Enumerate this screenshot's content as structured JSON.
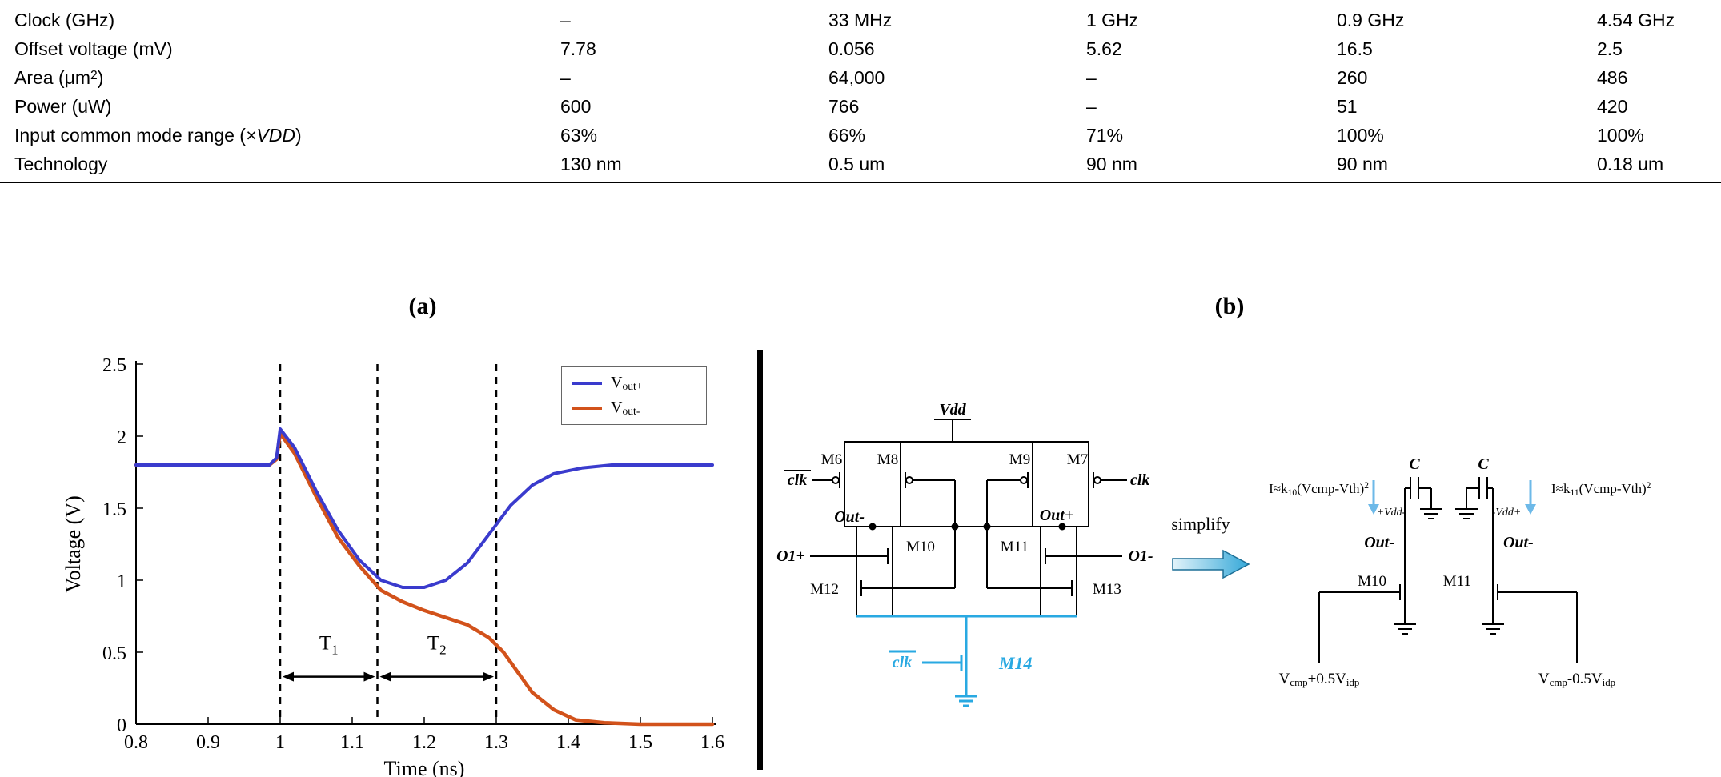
{
  "table": {
    "rows": [
      {
        "label": [
          {
            "t": "Clock (GHz)"
          }
        ],
        "values": [
          "–",
          "33 MHz",
          "1 GHz",
          "0.9 GHz",
          "4.54 GHz"
        ]
      },
      {
        "label": [
          {
            "t": "Offset voltage (mV)"
          }
        ],
        "values": [
          "7.78",
          "0.056",
          "5.62",
          "16.5",
          "2.5"
        ]
      },
      {
        "label": [
          {
            "t": "Area (μm"
          },
          {
            "t": "2",
            "v": "sup"
          },
          {
            "t": ")"
          }
        ],
        "values": [
          "–",
          "64,000",
          "–",
          "260",
          "486"
        ]
      },
      {
        "label": [
          {
            "t": "Power (uW)"
          }
        ],
        "values": [
          "600",
          "766",
          "–",
          "51",
          "420"
        ]
      },
      {
        "label": [
          {
            "t": "Input common mode range ("
          },
          {
            "t": "×VDD",
            "v": "i"
          },
          {
            "t": ")"
          }
        ],
        "values": [
          "63%",
          "66%",
          "71%",
          "100%",
          "100%"
        ]
      },
      {
        "label": [
          {
            "t": "Technology"
          }
        ],
        "values": [
          "130 nm",
          "0.5 um",
          "90 nm",
          "90 nm",
          "0.18 um"
        ]
      }
    ]
  },
  "figure_a": {
    "label": "(a)"
  },
  "figure_b": {
    "label": "(b)",
    "simplify": "simplify",
    "accent": "#29a9e2",
    "left": {
      "vdd": "Vdd",
      "clk_left": "clk",
      "clk_right": "clk",
      "m6": "M6",
      "m8": "M8",
      "m9": "M9",
      "m7": "M7",
      "out_minus": "Out-",
      "out_plus": "Out+",
      "o1_plus": "O1+",
      "o1_minus": "O1-",
      "m10": "M10",
      "m11": "M11",
      "m12": "M12",
      "m13": "M13",
      "clk_tail": "clk",
      "m14": "M14"
    },
    "right": {
      "i_left": [
        {
          "t": "I≈k"
        },
        {
          "t": "10",
          "v": "sub"
        },
        {
          "t": "(Vcmp-Vth)"
        },
        {
          "t": "2",
          "v": "sup"
        }
      ],
      "i_right": [
        {
          "t": "I≈k"
        },
        {
          "t": "11",
          "v": "sub"
        },
        {
          "t": "(Vcmp-Vth)"
        },
        {
          "t": "2",
          "v": "sup"
        }
      ],
      "c_left": "C",
      "c_right": "C",
      "pol_left": "+Vdd-",
      "pol_right": "-Vdd+",
      "out_left": "Out-",
      "out_right": "Out-",
      "m10": "M10",
      "m11": "M11",
      "v_left": [
        {
          "t": "V"
        },
        {
          "t": "cmp",
          "v": "sub"
        },
        {
          "t": "+0.5V"
        },
        {
          "t": "idp",
          "v": "sub"
        }
      ],
      "v_right": [
        {
          "t": "V"
        },
        {
          "t": "cmp",
          "v": "sub"
        },
        {
          "t": "-0.5V"
        },
        {
          "t": "idp",
          "v": "sub"
        }
      ]
    }
  },
  "chart_data": {
    "type": "line",
    "title": "",
    "xlabel": "Time (ns)",
    "ylabel": "Voltage (V)",
    "xlim": [
      0.8,
      1.6
    ],
    "ylim": [
      0,
      2.5
    ],
    "xticks": [
      0.8,
      0.9,
      1,
      1.1,
      1.2,
      1.3,
      1.4,
      1.5,
      1.6
    ],
    "yticks": [
      0,
      0.5,
      1,
      1.5,
      2,
      2.5
    ],
    "grid": false,
    "legend_position": "upper right",
    "legend": [
      {
        "runs": [
          {
            "t": "V"
          },
          {
            "t": "out+",
            "v": "sub"
          }
        ],
        "color": "#3a3bcd"
      },
      {
        "runs": [
          {
            "t": "V"
          },
          {
            "t": "out-",
            "v": "sub"
          }
        ],
        "color": "#d2521b"
      }
    ],
    "series": [
      {
        "name": "Vout-",
        "color": "#d2521b",
        "width": 4.5,
        "points": [
          [
            0.8,
            1.8
          ],
          [
            0.985,
            1.8
          ],
          [
            0.995,
            1.84
          ],
          [
            1.0,
            2.02
          ],
          [
            1.02,
            1.88
          ],
          [
            1.05,
            1.58
          ],
          [
            1.08,
            1.3
          ],
          [
            1.11,
            1.1
          ],
          [
            1.14,
            0.93
          ],
          [
            1.17,
            0.85
          ],
          [
            1.2,
            0.79
          ],
          [
            1.23,
            0.74
          ],
          [
            1.26,
            0.69
          ],
          [
            1.29,
            0.6
          ],
          [
            1.31,
            0.5
          ],
          [
            1.33,
            0.36
          ],
          [
            1.35,
            0.22
          ],
          [
            1.38,
            0.1
          ],
          [
            1.41,
            0.03
          ],
          [
            1.45,
            0.01
          ],
          [
            1.5,
            0
          ],
          [
            1.6,
            0
          ]
        ]
      },
      {
        "name": "Vout+",
        "color": "#3a3bcd",
        "width": 4,
        "points": [
          [
            0.8,
            1.8
          ],
          [
            0.985,
            1.8
          ],
          [
            0.995,
            1.85
          ],
          [
            1.0,
            2.05
          ],
          [
            1.02,
            1.92
          ],
          [
            1.05,
            1.62
          ],
          [
            1.08,
            1.35
          ],
          [
            1.11,
            1.14
          ],
          [
            1.14,
            1.0
          ],
          [
            1.17,
            0.95
          ],
          [
            1.2,
            0.95
          ],
          [
            1.23,
            1.0
          ],
          [
            1.26,
            1.12
          ],
          [
            1.29,
            1.32
          ],
          [
            1.32,
            1.52
          ],
          [
            1.35,
            1.66
          ],
          [
            1.38,
            1.74
          ],
          [
            1.42,
            1.78
          ],
          [
            1.46,
            1.8
          ],
          [
            1.6,
            1.8
          ]
        ]
      }
    ],
    "dashed_lines_x": [
      1.0,
      1.135,
      1.3
    ],
    "annotations": [
      {
        "base": "T",
        "sub": "1",
        "x_from": 1.0,
        "x_to": 1.135,
        "arrow_y": 0.33,
        "label_y": 0.52
      },
      {
        "base": "T",
        "sub": "2",
        "x_from": 1.135,
        "x_to": 1.3,
        "arrow_y": 0.33,
        "label_y": 0.52
      }
    ]
  }
}
